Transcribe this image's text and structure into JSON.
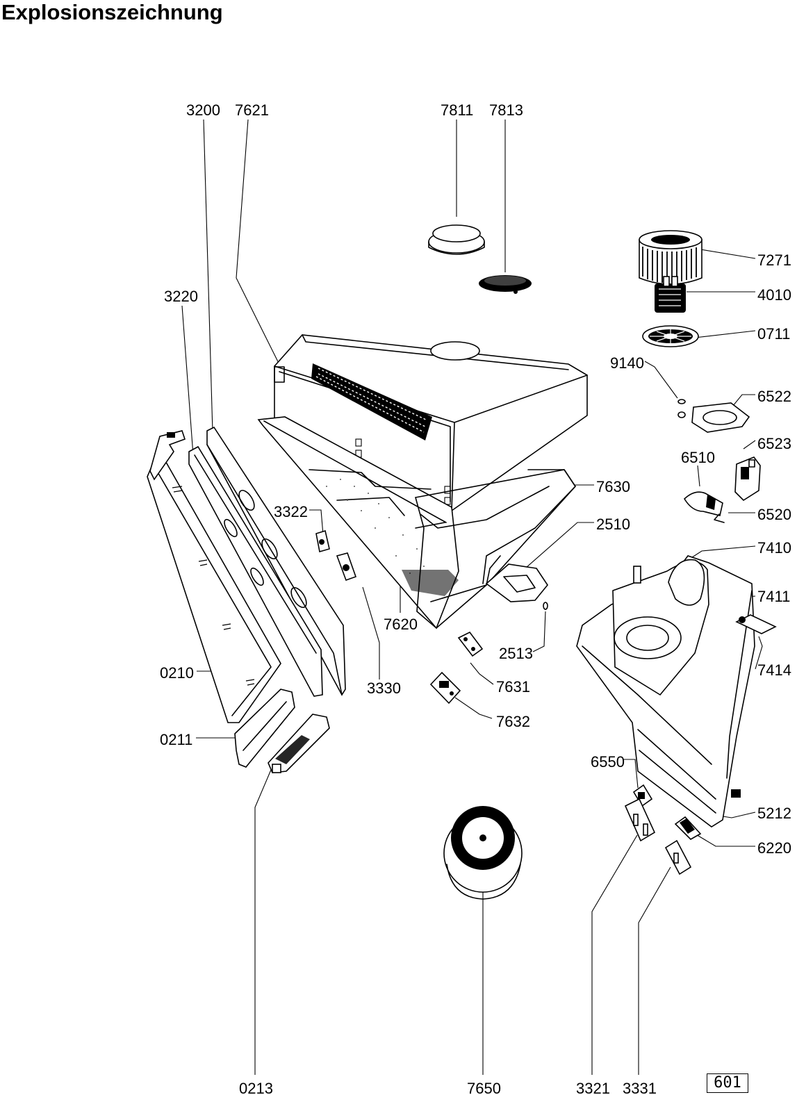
{
  "title": "Explosionszeichnung",
  "page_number": "601",
  "part_labels": {
    "p3200": "3200",
    "p7621": "7621",
    "p7811": "7811",
    "p7813": "7813",
    "p7271": "7271",
    "p4010": "4010",
    "p0711": "0711",
    "p9140": "9140",
    "p3220": "3220",
    "p6522": "6522",
    "p6523": "6523",
    "p6510": "6510",
    "p7630": "7630",
    "p6520": "6520",
    "p3322": "3322",
    "p2510": "2510",
    "p7410": "7410",
    "p7411": "7411",
    "p7620": "7620",
    "p2513": "2513",
    "p7414": "7414",
    "p0210": "0210",
    "p3330": "3330",
    "p7631": "7631",
    "p7632": "7632",
    "p0211": "0211",
    "p6550": "6550",
    "p5212": "5212",
    "p6220": "6220",
    "p0213": "0213",
    "p7650": "7650",
    "p3321": "3321",
    "p3331": "3331"
  }
}
